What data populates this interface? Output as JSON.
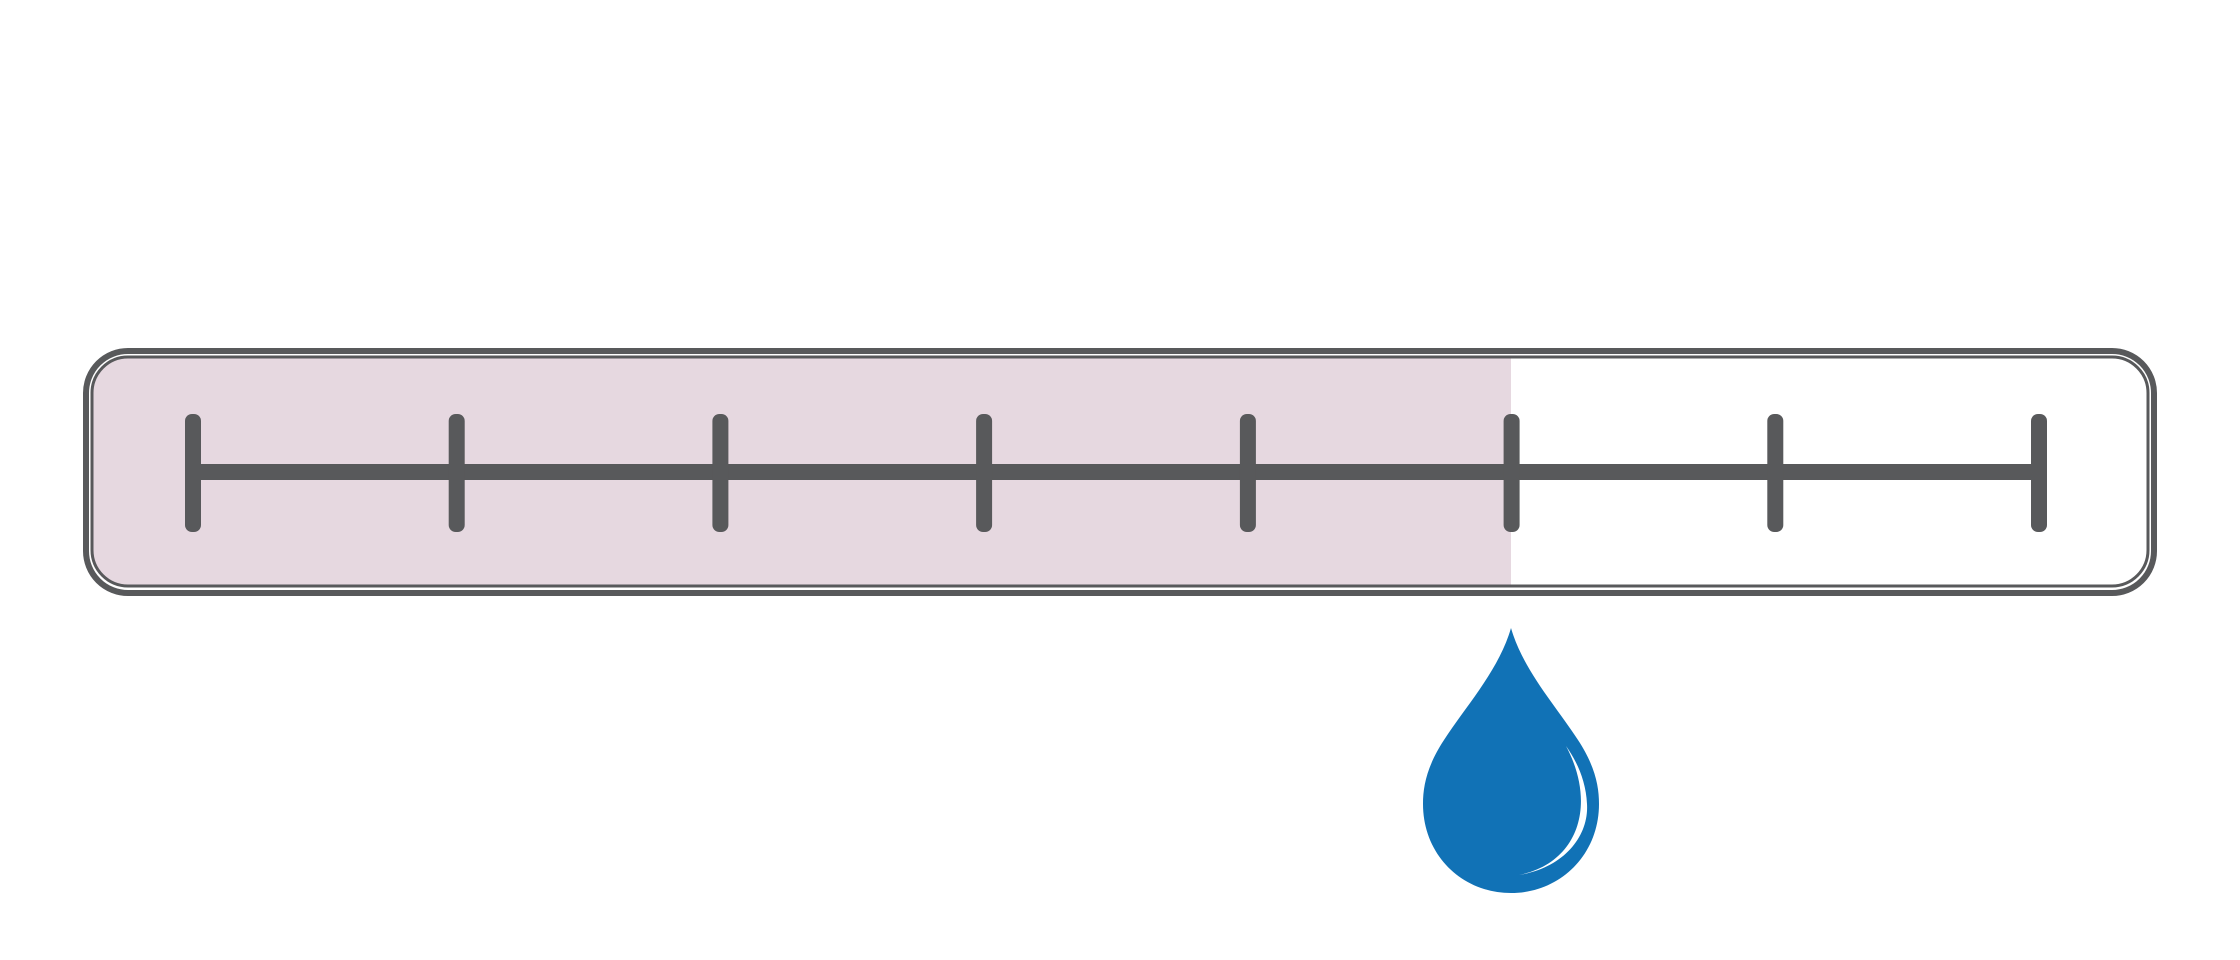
{
  "gauge": {
    "tick_count": 8,
    "fill_level": 0.714,
    "marker_position": 0.714
  },
  "colors": {
    "background": "#ffffff",
    "outline": "#58595b",
    "fill": "#e6d8e0",
    "drop": "#1172b6",
    "drop_highlight": "#ffffff"
  },
  "icons": {
    "marker": "water-drop-icon"
  }
}
